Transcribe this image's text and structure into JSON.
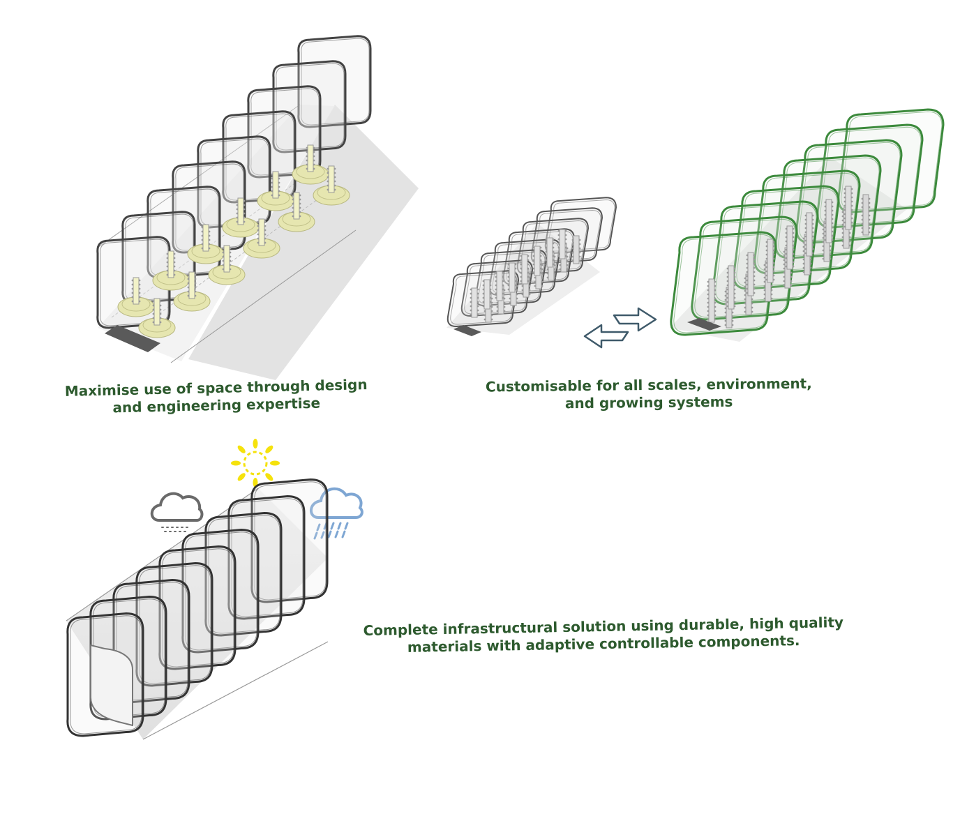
{
  "captions": {
    "space": {
      "line1": "Maximise use of space through design",
      "line2": "and engineering expertise"
    },
    "scale": {
      "line1": "Customisable for all scales, environment,",
      "line2": "and growing systems"
    },
    "infrastructure": {
      "line1": "Complete infrastructural solution using durable, high quality",
      "line2": "materials with adaptive controllable components."
    }
  },
  "icons": [
    "greenhouse-with-planters-icon",
    "small-greenhouse-icon",
    "swap-arrows-icon",
    "large-greenhouse-icon",
    "cloud-icon",
    "sun-icon",
    "rain-cloud-icon",
    "empty-greenhouse-icon"
  ],
  "colors": {
    "caption_text": "#2d5a2e",
    "frame_stroke": "#444444",
    "frame_green": "#3c8a3c",
    "planter_fill": "#e6e6b0",
    "sun": "#f5e20c",
    "cloud": "#6a6a6a",
    "rain_cloud": "#7ea6d3"
  }
}
